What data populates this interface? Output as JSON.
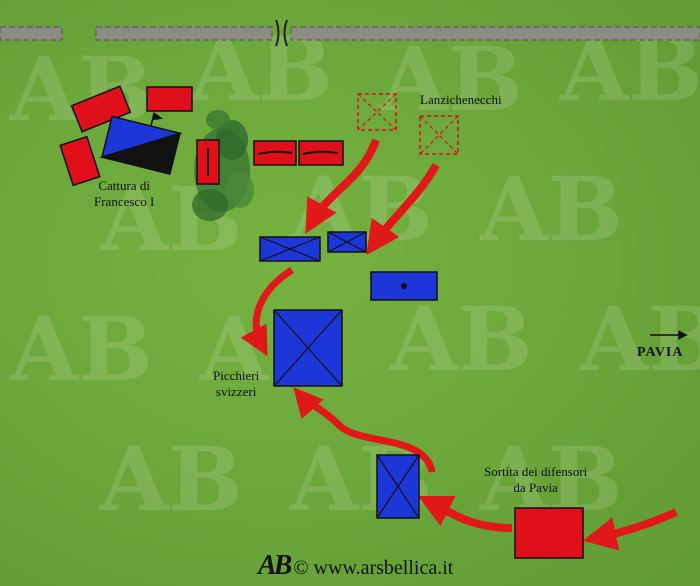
{
  "labels": {
    "lanzichenecchi": "Lanzichenecchi",
    "cattura_line1": "Cattura di",
    "cattura_line2": "Francesco I",
    "picchieri_line1": "Picchieri",
    "picchieri_line2": "svizzeri",
    "sortita_line1": "Sortita dei difensori",
    "sortita_line2": "da Pavia",
    "pavia": "PAVIA"
  },
  "credit": {
    "logo": "AB",
    "text": "© www.arsbellica.it"
  },
  "watermark_text": "AB",
  "colors": {
    "field": "#6aa63a",
    "imperial_red": "#e0101a",
    "french_blue": "#1c36d8",
    "arrow_red": "#e01818",
    "road": "#8c8c84",
    "woods": "#2e6a2a"
  }
}
